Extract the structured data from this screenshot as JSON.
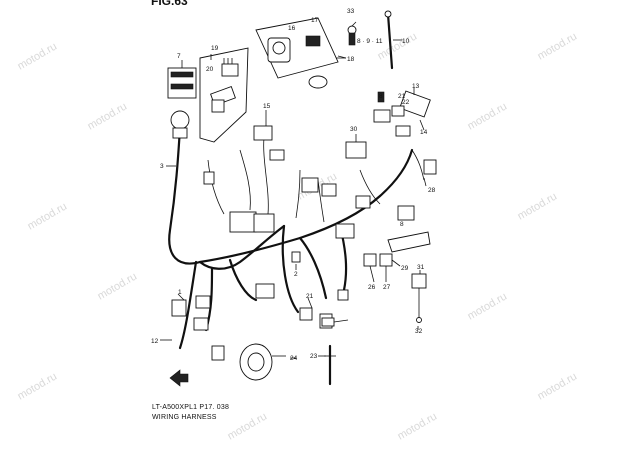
{
  "figure_title": "FIG.63",
  "caption_model": "LT-A500XPL1 P17. 038",
  "caption_name": "WIRING HARNESS",
  "watermark": "motod.ru",
  "part_numbers": {
    "p1": "1",
    "p2": "2",
    "p3": "3",
    "p7": "7",
    "p8": "8",
    "p8a": "8",
    "p10": "10",
    "p12": "12",
    "p13": "13",
    "p14": "14",
    "p15": "15",
    "p16": "16",
    "p17": "17",
    "p18": "18",
    "p19": "19",
    "p20": "20",
    "p21": "21",
    "p21b": "21",
    "p22": "22",
    "p23": "23",
    "p24": "24",
    "p26": "26",
    "p27": "27",
    "p28": "28",
    "p29": "29",
    "p30": "30",
    "p31": "31",
    "p32": "32",
    "p33": "33"
  },
  "ref_code": "8 · 9 · 11"
}
